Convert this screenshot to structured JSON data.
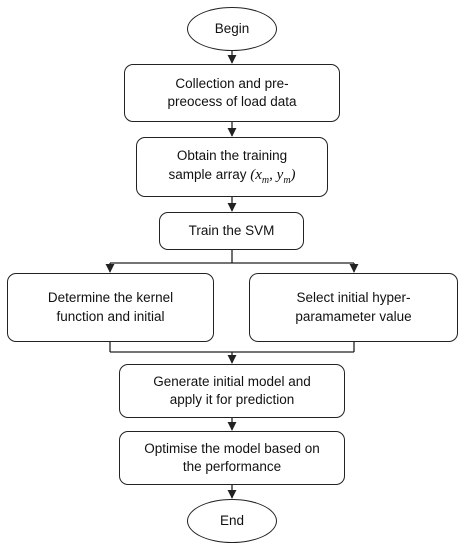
{
  "flowchart": {
    "begin": "Begin",
    "collect": "Collection and pre-\npreocess of load data",
    "obtain": {
      "line1": "Obtain the training",
      "line2_prefix": "sample array ",
      "math_open": "(",
      "x_var": "x",
      "x_sub": "m",
      "comma": ", ",
      "y_var": "y",
      "y_sub": "m",
      "math_close": ")"
    },
    "train": "Train the SVM",
    "kernel": "Determine the kernel\nfunction and initial",
    "hyper": "Select initial hyper-\nparamameter value",
    "generate": "Generate initial model and\napply it for prediction",
    "optimise": "Optimise the model based on\nthe performance",
    "end": "End"
  }
}
